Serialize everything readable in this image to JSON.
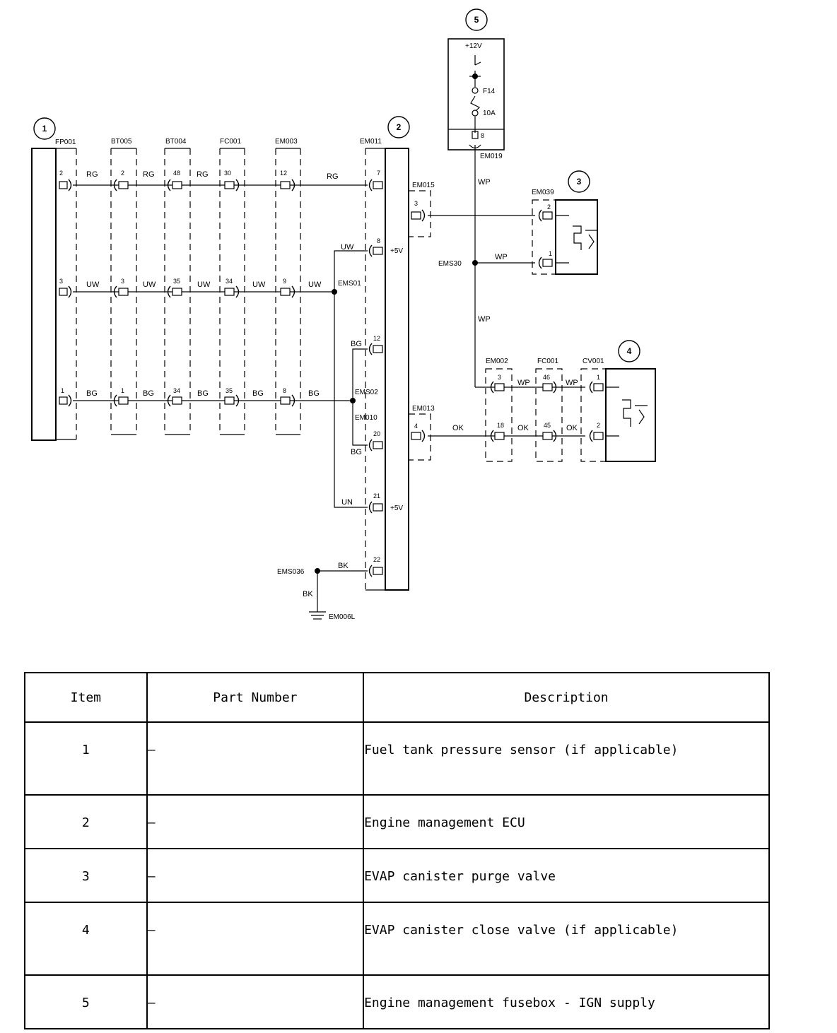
{
  "diagram": {
    "callouts": [
      "1",
      "2",
      "3",
      "4",
      "5"
    ],
    "connectors": {
      "FP001": "FP001",
      "BT005": "BT005",
      "BT004": "BT004",
      "FC001a": "FC001",
      "EM003": "EM003",
      "EM011": "EM011",
      "EM015": "EM015",
      "EM019": "EM019",
      "EM039": "EM039",
      "EM002": "EM002",
      "FC001b": "FC001",
      "CV001": "CV001",
      "EM013": "EM013",
      "EM010": "EM010"
    },
    "splices": {
      "EMS01": "EMS01",
      "EMS02": "EMS02",
      "EMS30": "EMS30",
      "EMS036": "EMS036",
      "EM006L": "EM006L"
    },
    "wire_colors": {
      "RG": "RG",
      "UW": "UW",
      "BG": "BG",
      "WP": "WP",
      "OK": "OK",
      "UN": "UN",
      "BK": "BK"
    },
    "pins": {
      "fp_rg": "2",
      "fp_uw": "3",
      "fp_bg": "1",
      "bt5_rg": "2",
      "bt5_uw": "3",
      "bt5_bg": "1",
      "bt4_rg": "48",
      "bt4_uw": "35",
      "bt4_bg": "34",
      "fc_rg": "30",
      "fc_uw": "34",
      "fc_bg": "35",
      "em3_rg": "12",
      "em3_uw": "9",
      "em3_bg": "8",
      "ecu_7": "7",
      "ecu_8": "8",
      "ecu_12": "12",
      "ecu_20": "20",
      "ecu_21": "21",
      "ecu_22": "22",
      "em15_3": "3",
      "em39_2": "2",
      "em39_1": "1",
      "em19_8": "8",
      "em2_3": "3",
      "em2_18": "18",
      "fc2_46": "46",
      "fc2_45": "45",
      "cv_1": "1",
      "cv_2": "2",
      "em13_4": "4"
    },
    "voltages": {
      "plus5a": "+5V",
      "plus5b": "+5V",
      "plus12": "+12V"
    },
    "fuse": {
      "name": "F14",
      "rating": "10A"
    }
  },
  "table": {
    "headers": {
      "item": "Item",
      "part_number": "Part Number",
      "description": "Description"
    },
    "rows": [
      {
        "item": "1",
        "part_number": "–",
        "description": "Fuel tank pressure sensor (if applicable)"
      },
      {
        "item": "2",
        "part_number": "–",
        "description": "Engine management ECU"
      },
      {
        "item": "3",
        "part_number": "–",
        "description": "EVAP canister purge valve"
      },
      {
        "item": "4",
        "part_number": "–",
        "description": "EVAP canister close valve (if applicable)"
      },
      {
        "item": "5",
        "part_number": "–",
        "description": "Engine management fusebox - IGN supply"
      }
    ]
  }
}
